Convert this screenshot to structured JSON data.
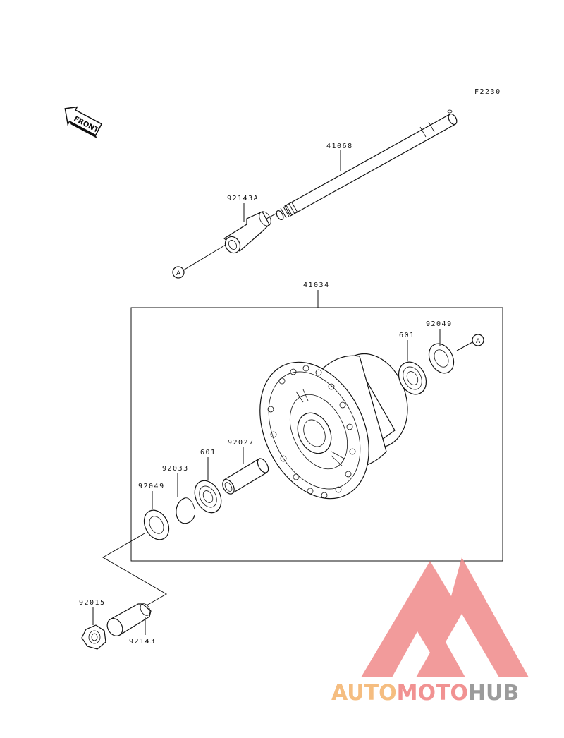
{
  "diagram": {
    "code": "F2230",
    "front_label": "FRONT",
    "callout_marker": "A",
    "parts": {
      "axle": "41068",
      "axle_collar": "92143A",
      "hub_assembly": "41034",
      "seal_right": "92049",
      "bearing_right": "601",
      "spacer": "92027",
      "bearing_left": "601",
      "circlip": "92033",
      "seal_left": "92049",
      "nut": "92015",
      "collar": "92143"
    }
  },
  "watermark": {
    "part1": "AUTO",
    "part2": "MOTO",
    "part3": "HUB",
    "colors": {
      "auto": "#f4b26a",
      "moto": "#ef7f7f",
      "hub": "#8a8a8a",
      "triangle": "#f08a8a"
    }
  }
}
